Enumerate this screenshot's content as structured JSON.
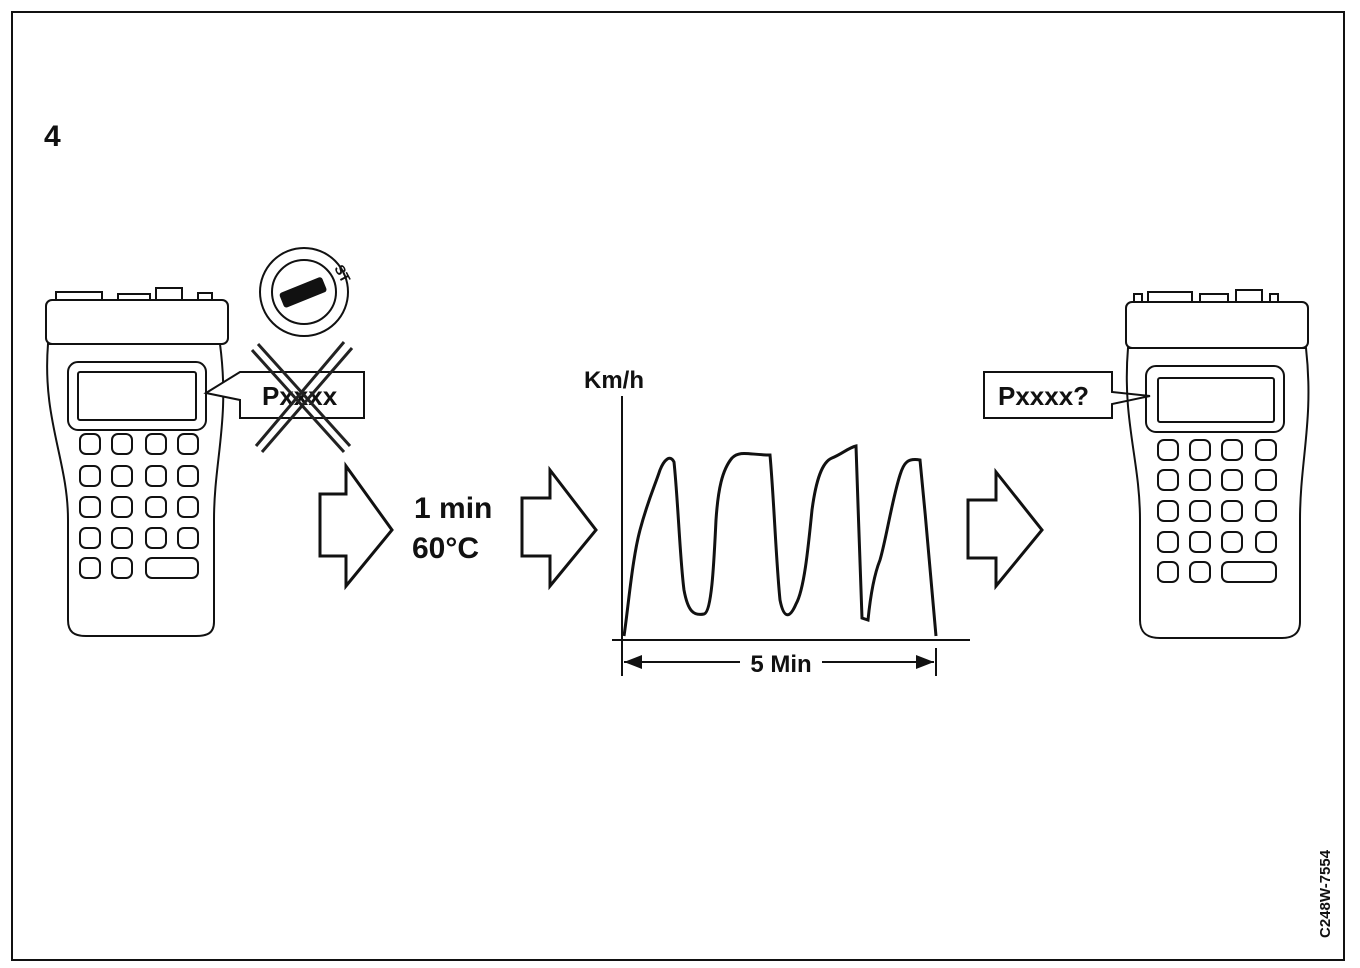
{
  "diagram": {
    "step_number": "4",
    "left_tester": {
      "display_code": "Pxxxx",
      "ignition_switch_label": "ST",
      "crossed_out": true
    },
    "wait_step": {
      "duration": "1 min",
      "temperature": "60°C"
    },
    "drive_graph": {
      "y_axis_label": "Km/h",
      "duration_label": "5 Min"
    },
    "right_tester": {
      "display_code": "Pxxxx?"
    },
    "figure_code": "C248W-7554"
  },
  "colors": {
    "ink": "#111111",
    "paper": "#ffffff"
  }
}
